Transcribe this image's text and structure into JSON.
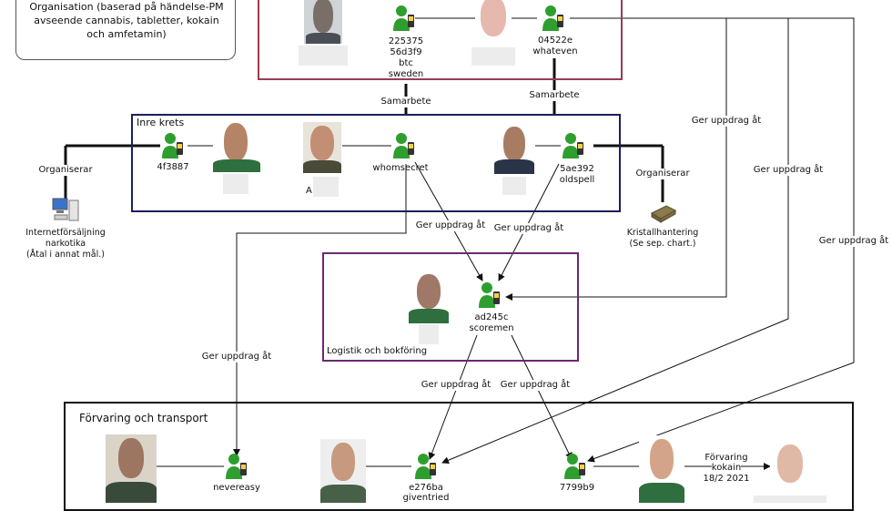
{
  "legend_note": {
    "line1": "Organisation (baserad på händelse-PM",
    "line2": "avseende cannabis, tabletter, kokain",
    "line3": "och amfetamin)"
  },
  "groups": {
    "inner_circle": "Inre krets",
    "logistics": "Logistik och bokföring",
    "storage": "Förvaring och transport"
  },
  "nodes": {
    "n225375": {
      "lines": [
        "225375",
        "56d3f9",
        "btc",
        "sweden"
      ]
    },
    "n04522e": {
      "lines": [
        "04522e",
        "whateven"
      ]
    },
    "n4f3887": {
      "lines": [
        "4f3887"
      ]
    },
    "whomsecret": {
      "lines": [
        "whomsecret"
      ]
    },
    "n5ae392": {
      "lines": [
        "5ae392",
        "oldspell"
      ]
    },
    "ad245c": {
      "lines": [
        "ad245c",
        "scoremen"
      ]
    },
    "nevereasy": {
      "lines": [
        "nevereasy"
      ]
    },
    "e276ba": {
      "lines": [
        "e276ba",
        "giventried"
      ]
    },
    "n7799b9": {
      "lines": [
        "7799b9"
      ]
    }
  },
  "edge_labels": {
    "samarbete_left": "Samarbete",
    "samarbete_right": "Samarbete",
    "organiserar_left": "Organiserar",
    "organiserar_right": "Organiserar",
    "ger_1": "Ger uppdrag åt",
    "ger_2": "Ger uppdrag åt",
    "ger_3": "Ger uppdrag åt",
    "ger_4": "Ger uppdrag åt",
    "ger_5": "Ger uppdrag åt",
    "ger_6": "Ger uppdrag åt",
    "ger_7": "Ger uppdrag åt",
    "ger_8": "Ger uppdrag åt",
    "forvaring_1": "Förvaring",
    "forvaring_2": "kokain",
    "forvaring_3": "18/2 2021"
  },
  "activities": {
    "internet": {
      "lines": [
        "Internetförsäljning",
        "narkotika",
        "(Åtal i annat mål.)"
      ]
    },
    "kristall": {
      "lines": [
        "Kristallhantering",
        "(Se sep. chart.)"
      ]
    }
  },
  "obscured_label": "A",
  "colors": {
    "top_box": "#9b3a55",
    "inner_box": "#1d1d5c",
    "logistics_box": "#6a2a6e",
    "storage_box": "#111111",
    "person_green": "#2e9e2e",
    "phone": "#333333"
  }
}
